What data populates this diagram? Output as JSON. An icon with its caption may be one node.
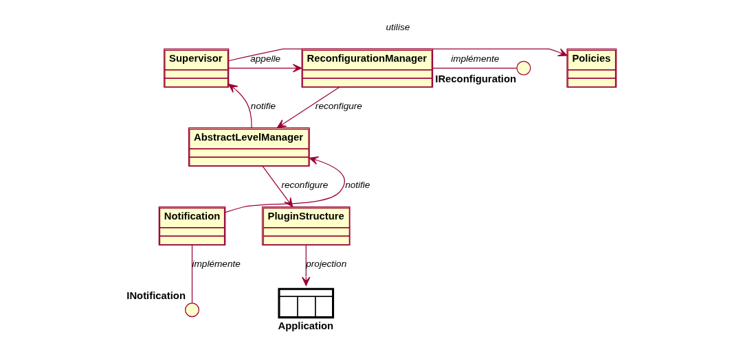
{
  "diagram": {
    "nodes": [
      {
        "text": [
          "Policies"
        ]
      },
      {
        "text": [
          "Supervisor"
        ]
      },
      {
        "text": [
          "ReconfigurationManager"
        ]
      },
      {
        "text": [
          "IReconfiguration"
        ]
      },
      {
        "text": [
          "AbstractLevelManager"
        ]
      },
      {
        "text": [
          "Notification"
        ]
      },
      {
        "text": [
          "PluginStructure"
        ]
      },
      {
        "text": [
          "INotification"
        ]
      },
      {
        "text": [
          "Application"
        ]
      }
    ],
    "edges": [
      {
        "from": 1,
        "to": 0,
        "arrow": "to",
        "label": "utilise"
      },
      {
        "from": 1,
        "to": 2,
        "arrow": "to",
        "label": "appelle"
      },
      {
        "from": 2,
        "to": 3,
        "arrow": "none",
        "label": "implémente"
      },
      {
        "from": 4,
        "to": 1,
        "arrow": "to",
        "label": "notifie"
      },
      {
        "from": 2,
        "to": 4,
        "arrow": "to",
        "label": "reconfigure"
      },
      {
        "from": 5,
        "to": 4,
        "arrow": "to",
        "label": "notifie"
      },
      {
        "from": 4,
        "to": 6,
        "arrow": "to",
        "label": "reconfigure"
      },
      {
        "from": 5,
        "to": 7,
        "arrow": "none",
        "label": "implémente"
      },
      {
        "from": 6,
        "to": 8,
        "arrow": "to",
        "label": "projection"
      }
    ]
  }
}
